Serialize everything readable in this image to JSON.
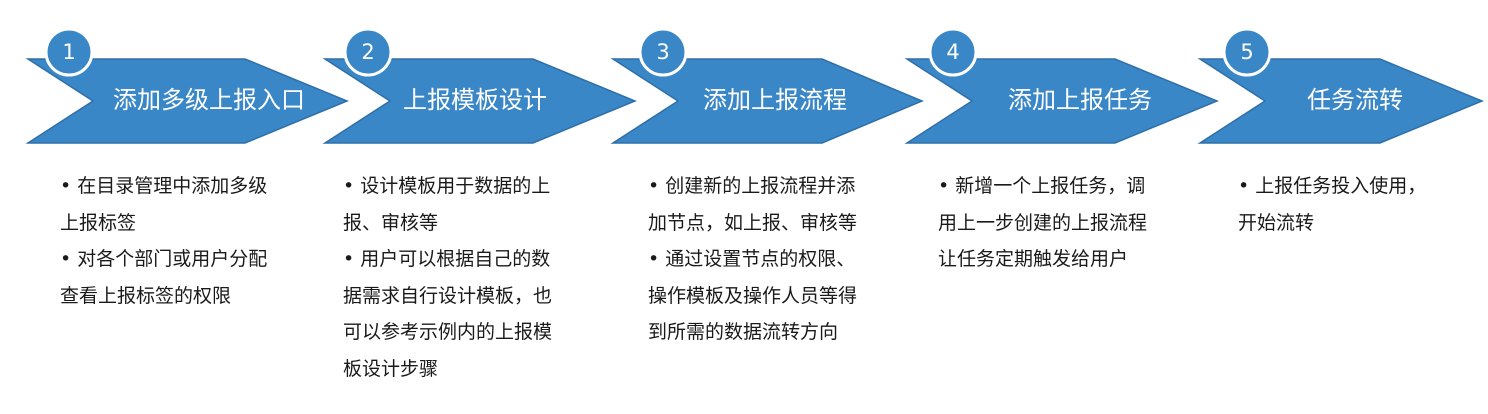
{
  "colors": {
    "chevron_fill": "#3A87C8",
    "chevron_stroke": "#2F6FA8",
    "circle_fill": "#3A87C8",
    "circle_stroke": "#ffffff",
    "title_text": "#ffffff",
    "body_text": "#1a1a1a"
  },
  "steps": [
    {
      "number": "1",
      "title": "添加多级上报入口",
      "desc_lines": [
        "• 在目录管理中添加多级",
        "上报标签",
        "• 对各个部门或用户分配",
        "查看上报标签的权限"
      ]
    },
    {
      "number": "2",
      "title": "上报模板设计",
      "desc_lines": [
        "• 设计模板用于数据的上",
        "报、审核等",
        "• 用户可以根据自己的数",
        "据需求自行设计模板，也",
        "可以参考示例内的上报模",
        "板设计步骤"
      ]
    },
    {
      "number": "3",
      "title": "添加上报流程",
      "desc_lines": [
        "• 创建新的上报流程并添",
        "加节点，如上报、审核等",
        "• 通过设置节点的权限、",
        "操作模板及操作人员等得",
        "到所需的数据流转方向"
      ]
    },
    {
      "number": "4",
      "title": "添加上报任务",
      "desc_lines": [
        "• 新增一个上报任务，调",
        "用上一步创建的上报流程",
        "让任务定期触发给用户"
      ]
    },
    {
      "number": "5",
      "title": "任务流转",
      "desc_lines": [
        "• 上报任务投入使用，",
        "开始流转"
      ]
    }
  ]
}
